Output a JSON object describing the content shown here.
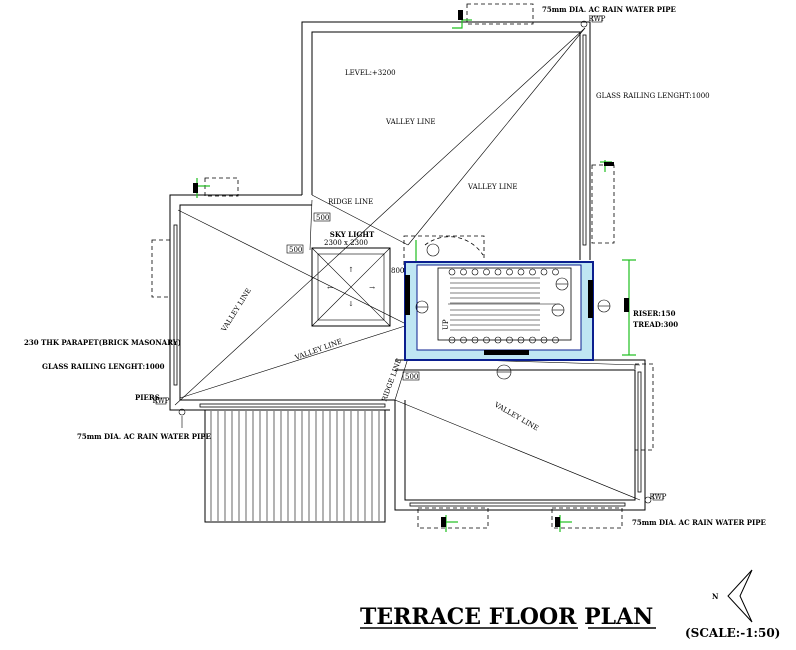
{
  "labels": {
    "rain_pipe_top": "75mm DIA. AC RAIN WATER PIPE",
    "level": "LEVEL:+3200",
    "glass_railing_right": "GLASS RAILING LENGHT:1000",
    "valley_1": "VALLEY LINE",
    "valley_2": "VALLEY LINE",
    "valley_3": "VALLEY LINE",
    "valley_4": "VALLEY LINE",
    "valley_5": "VALLEY LINE",
    "ridge_1": "RIDGE LINE",
    "ridge_2": "RIDGE LINE",
    "dim_500_a": "500",
    "dim_500_b": "500",
    "dim_500_c": "500",
    "dim_800": "800",
    "skylight_title": "SKY LIGHT",
    "skylight_size": "2300 x 2300",
    "parapet": "230 THK PARAPET(BRICK MASONARY)",
    "glass_railing_left": "GLASS RAILING LENGHT:1000",
    "piers": "PIERS",
    "rain_pipe_left": "75mm DIA. AC RAIN WATER PIPE",
    "rain_pipe_right": "75mm DIA. AC RAIN WATER PIPE",
    "riser": "RISER:150",
    "tread": "TREAD:300",
    "up": "UP",
    "north": "N",
    "pipe_tag": "RWP"
  },
  "title": "TERRACE FLOOR  PLAN",
  "scale": "(SCALE:-1:50)"
}
